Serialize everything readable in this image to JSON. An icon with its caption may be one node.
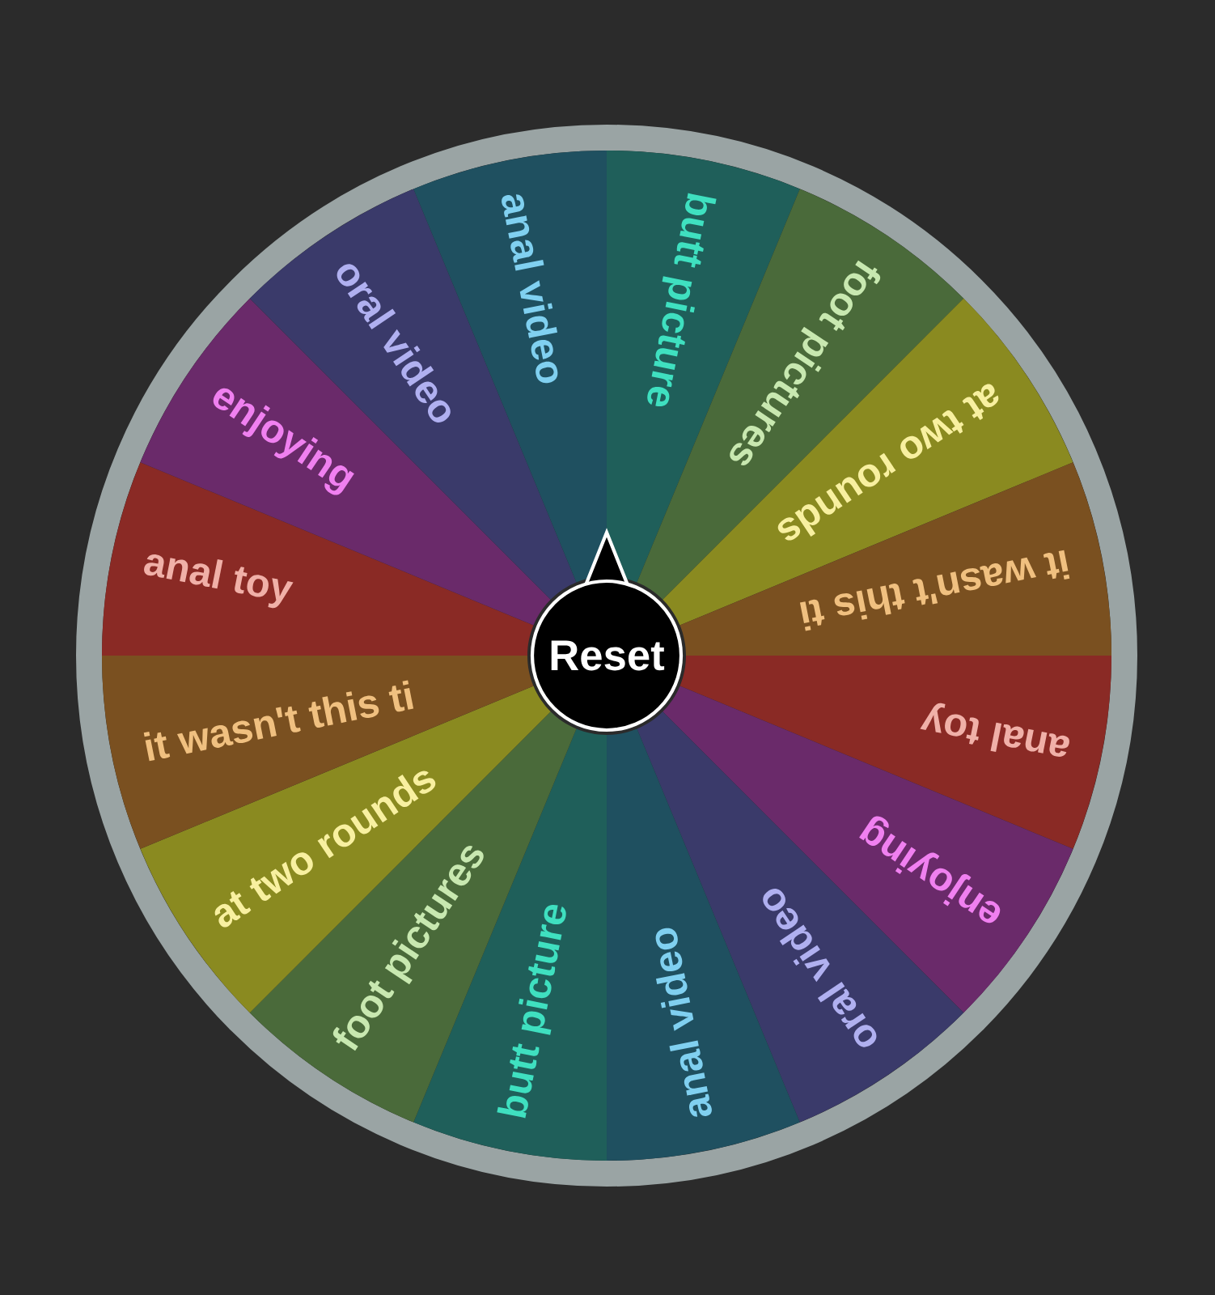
{
  "diagram": {
    "nodes": [
      {
        "text": [
          "butt picture"
        ]
      },
      {
        "text": [
          "foot pictures"
        ]
      },
      {
        "text": [
          "at two rounds"
        ]
      },
      {
        "text": [
          "it wasn't this ti"
        ]
      },
      {
        "text": [
          "anal toy"
        ]
      },
      {
        "text": [
          "enjoying"
        ]
      },
      {
        "text": [
          "oral video"
        ]
      },
      {
        "text": [
          "anal video"
        ]
      },
      {
        "text": [
          "butt picture"
        ]
      },
      {
        "text": [
          "foot pictures"
        ]
      },
      {
        "text": [
          "at two rounds"
        ]
      },
      {
        "text": [
          "it wasn't this ti"
        ]
      },
      {
        "text": [
          "anal toy"
        ]
      },
      {
        "text": [
          "enjoying"
        ]
      },
      {
        "text": [
          "oral video"
        ]
      },
      {
        "text": [
          "anal video"
        ]
      },
      {
        "text": [
          "Reset"
        ]
      }
    ]
  }
}
